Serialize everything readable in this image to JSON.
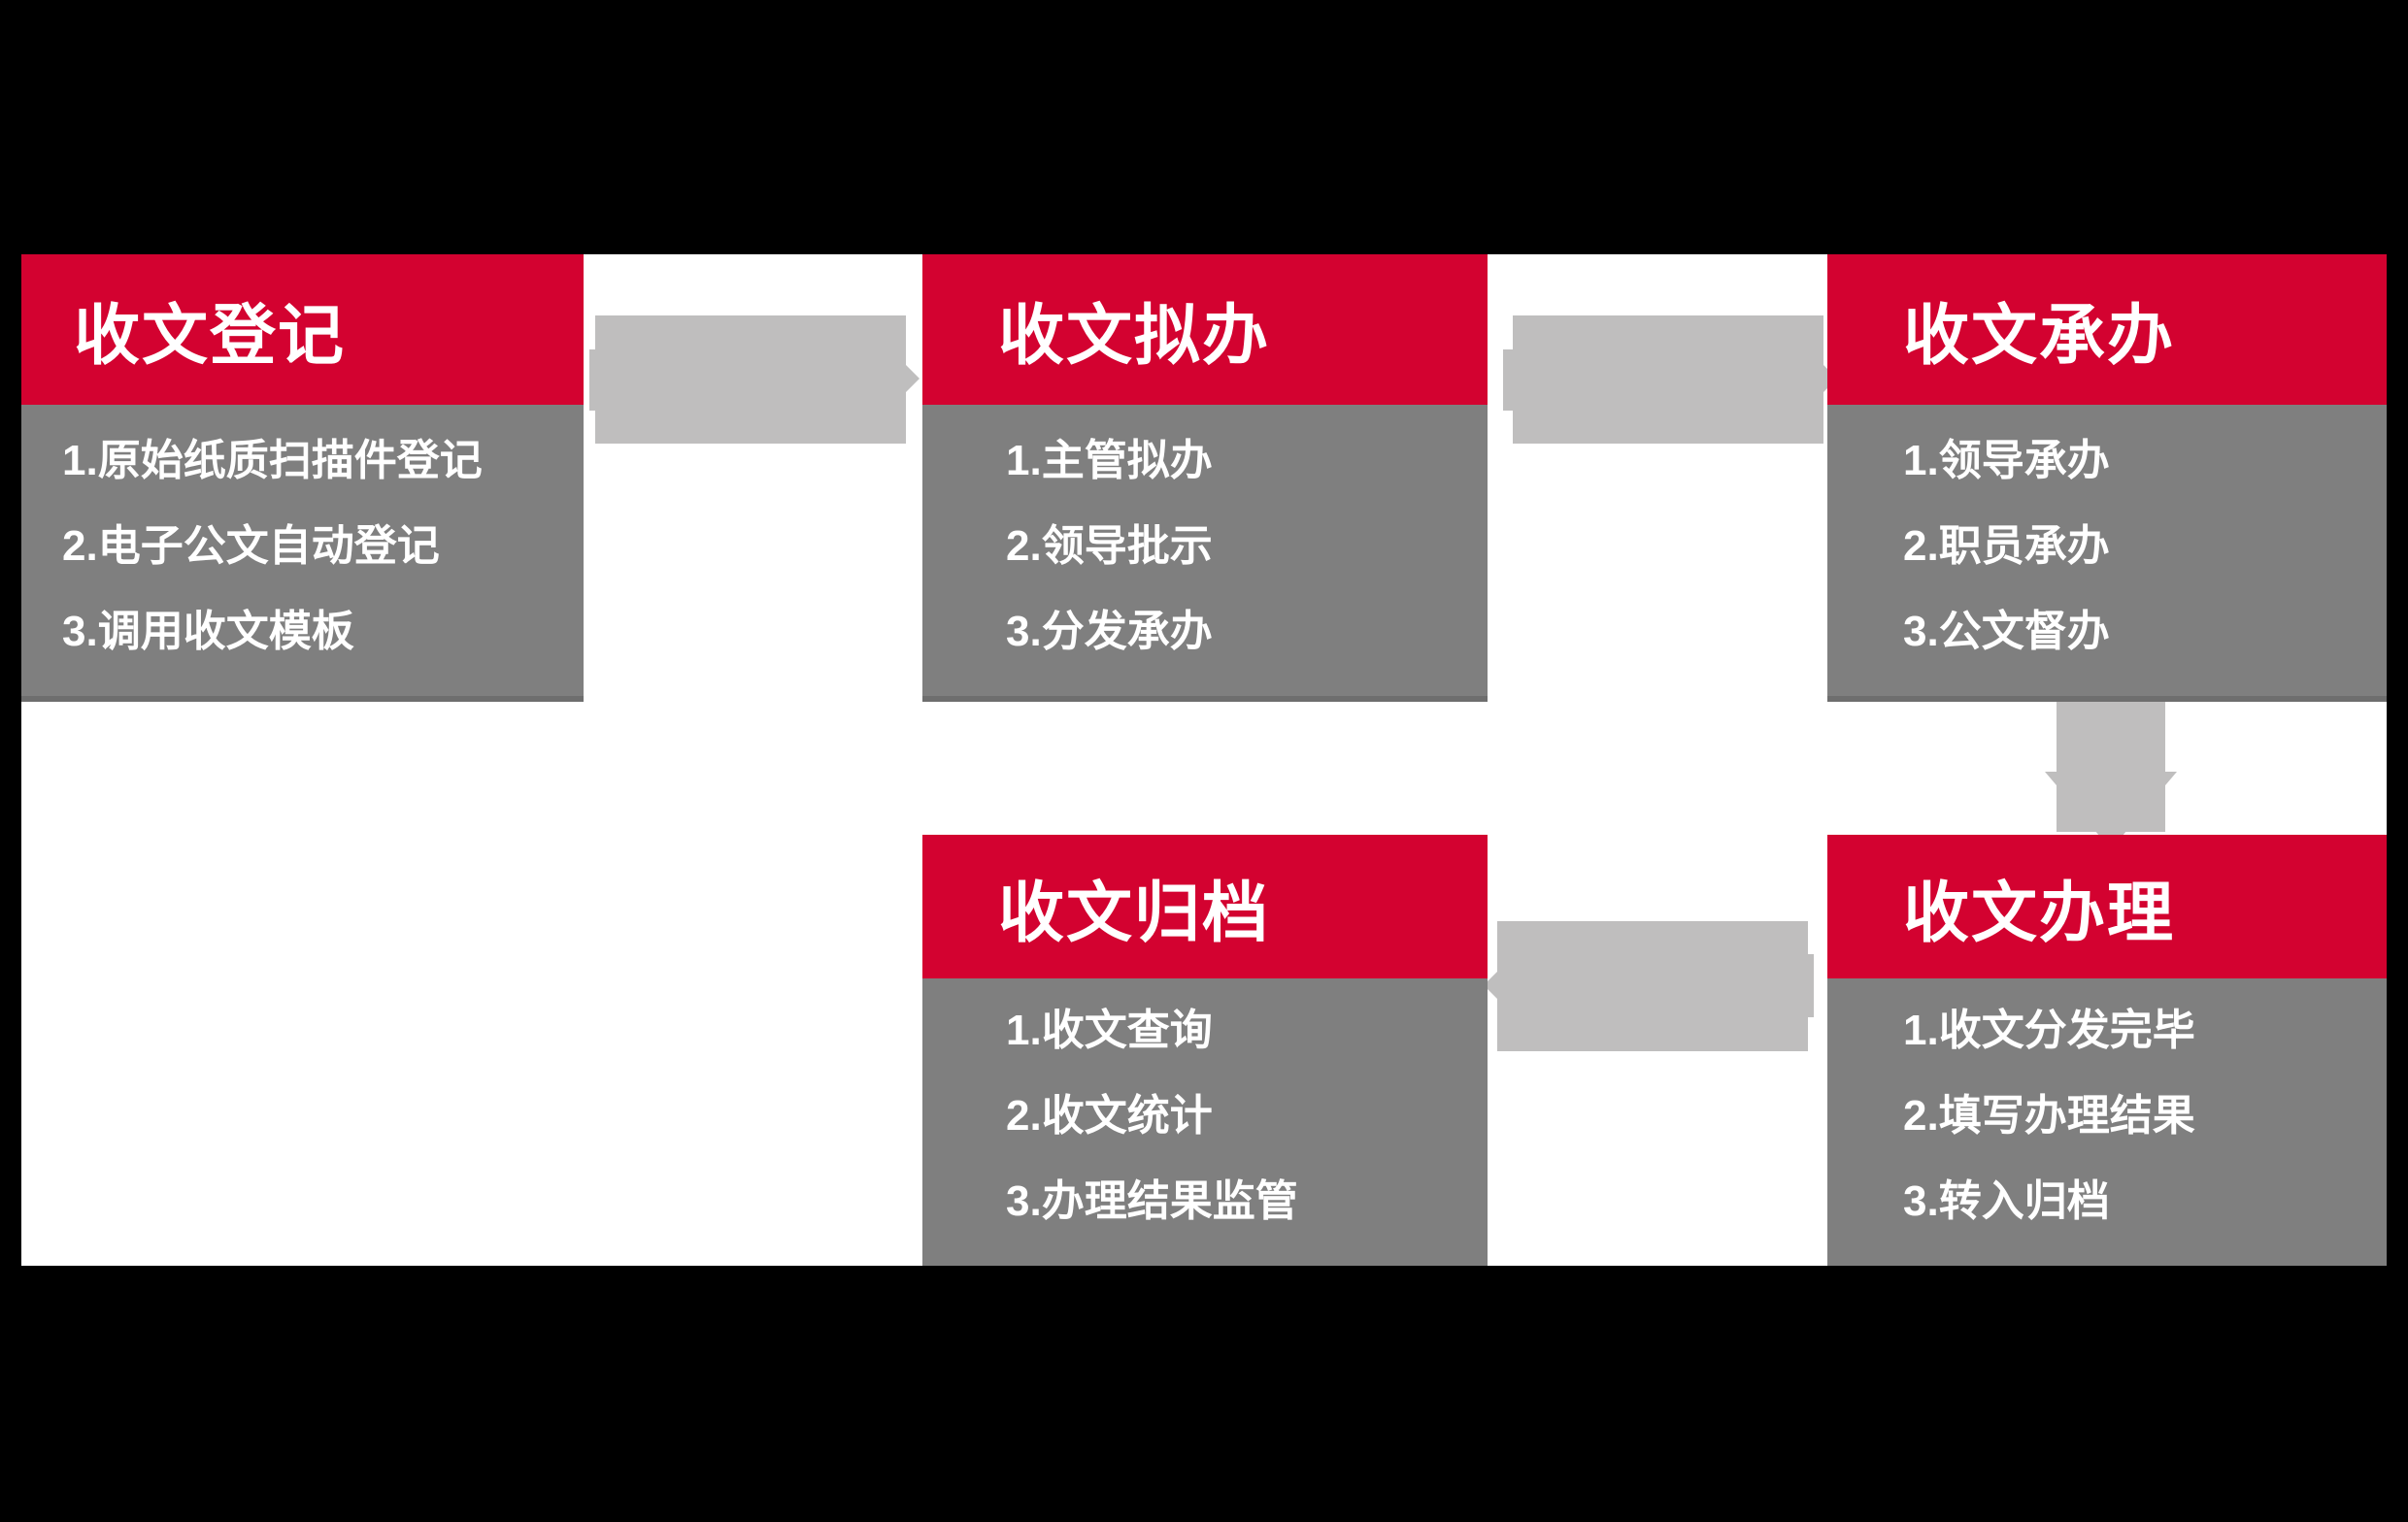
{
  "diagram": {
    "colors": {
      "page_bg": "#000000",
      "canvas_bg": "#ffffff",
      "header_red": "#d30230",
      "body_gray": "#7f7f7f",
      "body_edge": "#6e6e6e",
      "arrow_gray": "#bfbebe",
      "text_white": "#ffffff"
    },
    "boxes": [
      {
        "id": "registration",
        "title": "收文登记",
        "items": [
          "1.原始纸质扫描件登记",
          "2.电子公文自动登记",
          "3.调用收文模板"
        ]
      },
      {
        "id": "proposal",
        "title": "收文拟办",
        "items": [
          "1.主管拟办",
          "2.领导批示",
          "3.分发承办"
        ]
      },
      {
        "id": "undertaking",
        "title": "收文承办",
        "items": [
          "1.领导承办",
          "2.职员承办",
          "3.公文督办"
        ]
      },
      {
        "id": "processing",
        "title": "收文办理",
        "items": [
          "1.收文分发完毕",
          "2.填写办理结果",
          "3.转入归档"
        ]
      },
      {
        "id": "archiving",
        "title": "收文归档",
        "items": [
          "1.收文查询",
          "2.收文统计",
          "3.办理结果监管"
        ]
      }
    ],
    "arrows": [
      {
        "name": "registration-to-proposal",
        "direction": "right"
      },
      {
        "name": "proposal-to-undertaking",
        "direction": "right"
      },
      {
        "name": "undertaking-to-processing",
        "direction": "down"
      },
      {
        "name": "processing-to-archiving",
        "direction": "left"
      }
    ]
  }
}
